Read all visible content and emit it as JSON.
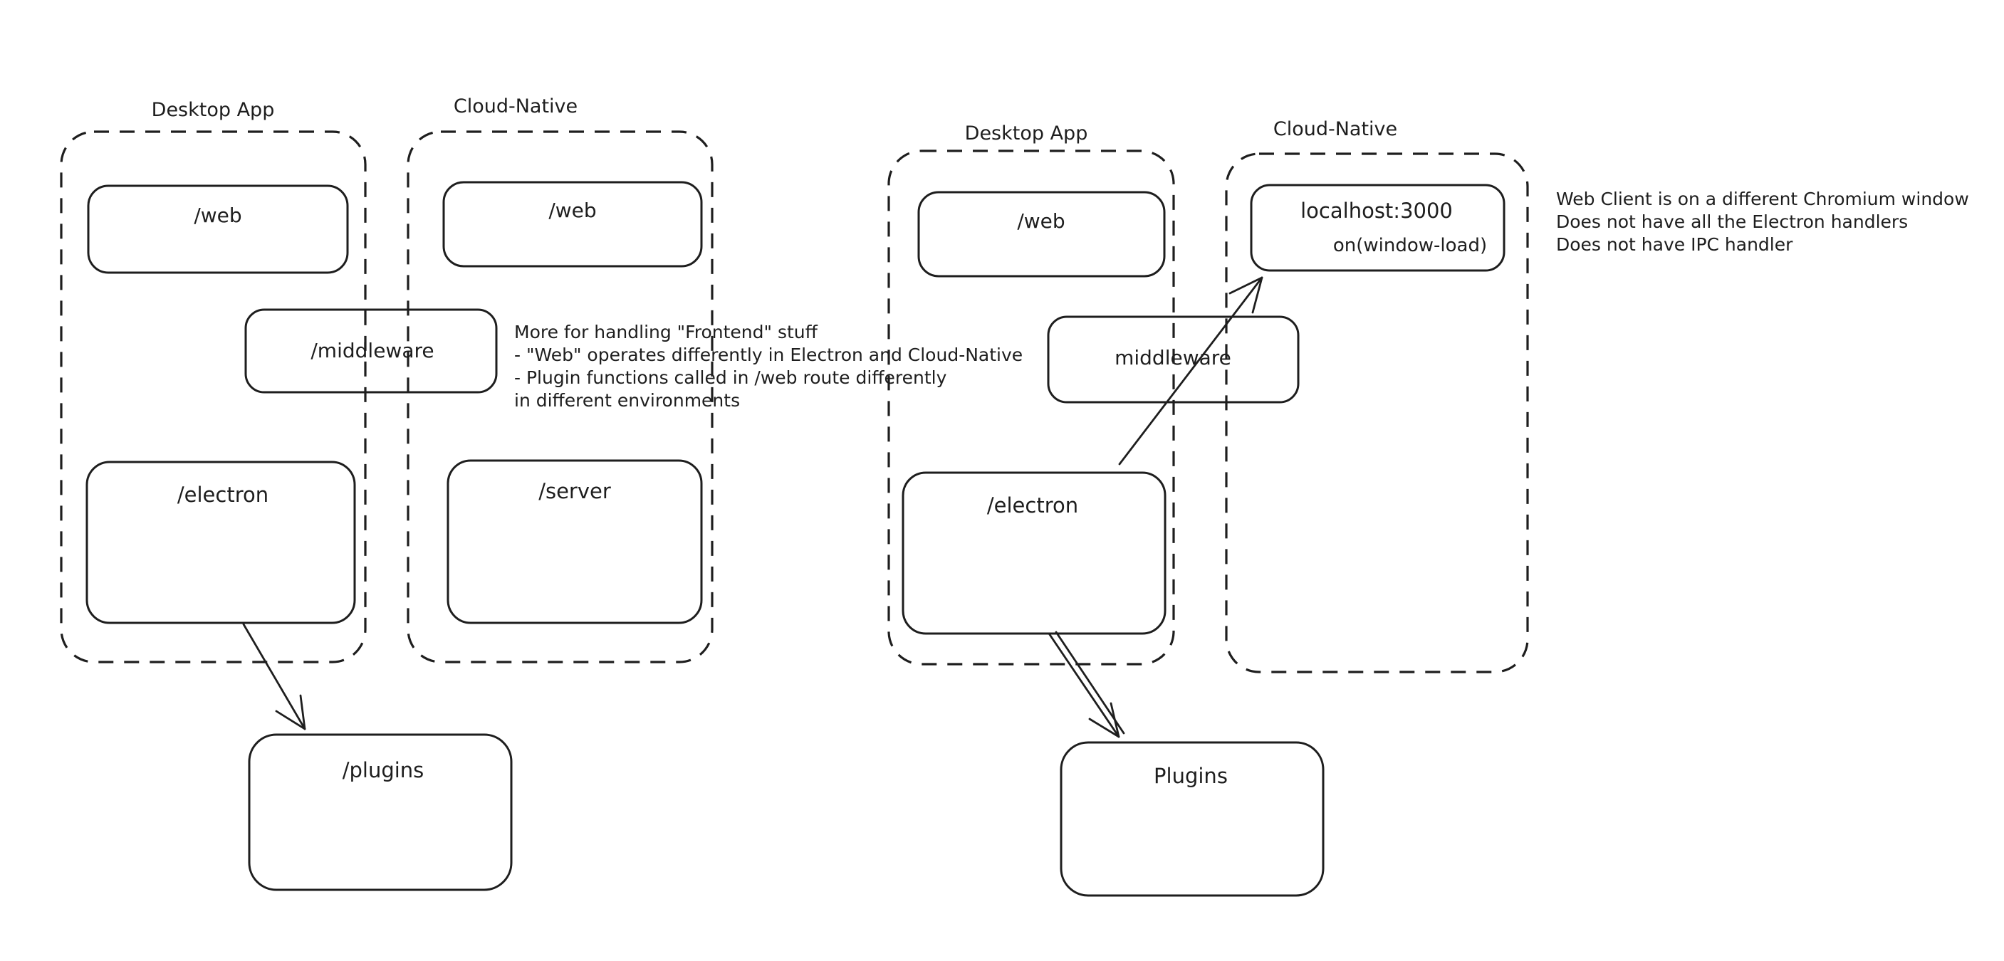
{
  "colors": {
    "ink": "#1e1e1e",
    "green": "#3f9e4a",
    "red": "#d03b36",
    "background": "#ffffff"
  },
  "left_diagram": {
    "desktop_container_label": "Desktop App",
    "cloud_container_label": "Cloud-Native",
    "desktop_web_box_label": "/web",
    "cloud_web_box_label": "/web",
    "middleware_box_label": "/middleware",
    "electron_box_label": "/electron",
    "server_box_label": "/server",
    "plugins_box_label": "/plugins",
    "note_lines": [
      "More for handling \"Frontend\" stuff",
      "- \"Web\" operates differently in Electron and Cloud-Native",
      "- Plugin functions called in /web route differently",
      "in different environments"
    ]
  },
  "right_diagram": {
    "desktop_container_label": "Desktop App",
    "cloud_container_label": "Cloud-Native",
    "desktop_web_box_label": "/web",
    "localhost_box_label": "localhost:3000",
    "localhost_event_label": "on(window-load)",
    "middleware_box_label": "middleware",
    "electron_box_label": "/electron",
    "plugins_box_label": "Plugins",
    "note_lines": [
      "Web Client is on a different Chromium window",
      "Does not have all the Electron handlers",
      "Does not have IPC handler"
    ]
  }
}
